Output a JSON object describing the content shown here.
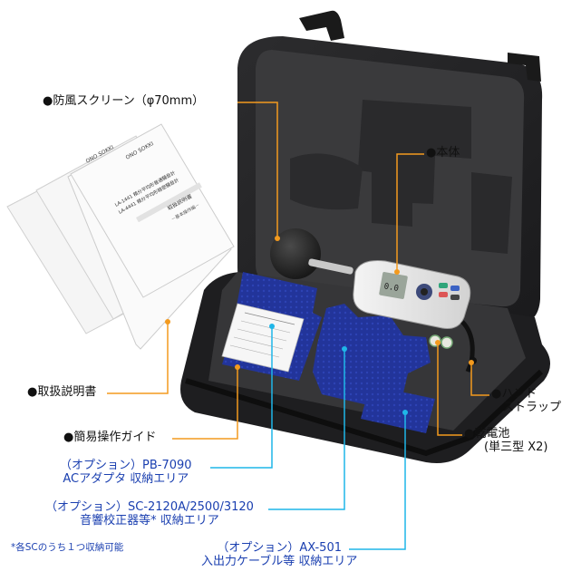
{
  "colors": {
    "callout_orange": "#f39a1e",
    "callout_cyan": "#1fb6e8",
    "case_black": "#1f1f21",
    "foam_gray": "#3a3a3c",
    "foam_blue": "#22349a",
    "label_blue": "#1a3fb0",
    "label_black": "#111111"
  },
  "labels": {
    "windscreen": "●防風スクリーン（φ70mm）",
    "main_unit": "●本体",
    "manual": "●取扱説明書",
    "quick_guide": "●簡易操作ガイド",
    "hand_strap_1": "●ハンド",
    "hand_strap_2": "ストラップ",
    "battery_1": "●乾電池",
    "battery_2": "(単三型 X2)",
    "option_pb_1": "（オプション）PB-7090",
    "option_pb_2": "ACアダプタ 収納エリア",
    "option_sc_1": "（オプション）SC-2120A/2500/3120",
    "option_sc_2": "音響校正器等* 収納エリア",
    "option_ax_1": "（オプション）AX-501",
    "option_ax_2": "入出力ケーブル等 収納エリア",
    "footnote": "*各SCのうち１つ収納可能"
  },
  "manual_cover": {
    "brand": "ONO SOKKI",
    "models_1": "LA-1441 精分平均形普通騒音計",
    "models_2": "LA-4441 精分平均形精密騒音計",
    "subtitle": "取扱説明書",
    "basic": "－基本操作編－"
  },
  "device_screen": "0.0"
}
